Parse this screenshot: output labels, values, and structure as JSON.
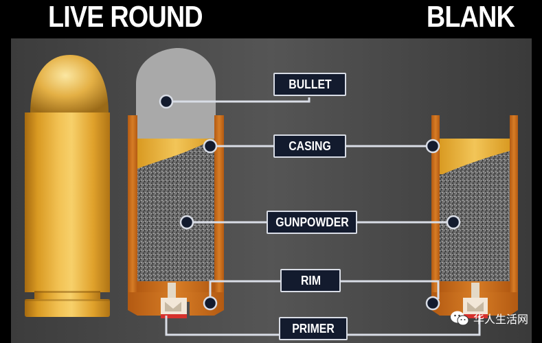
{
  "titles": {
    "left": "LIVE ROUND",
    "right": "BLANK"
  },
  "labels": {
    "bullet": "BULLET",
    "casing": "CASING",
    "gunpowder": "GUNPOWDER",
    "rim": "RIM",
    "primer": "PRIMER"
  },
  "watermark": {
    "text": "华人生活网"
  },
  "colors": {
    "brass": "#e2a62a",
    "copper": "#c8701f",
    "bullet_gray": "#a9a9a9",
    "label_bg": "#131b2e",
    "primer_red": "#d6312c"
  }
}
